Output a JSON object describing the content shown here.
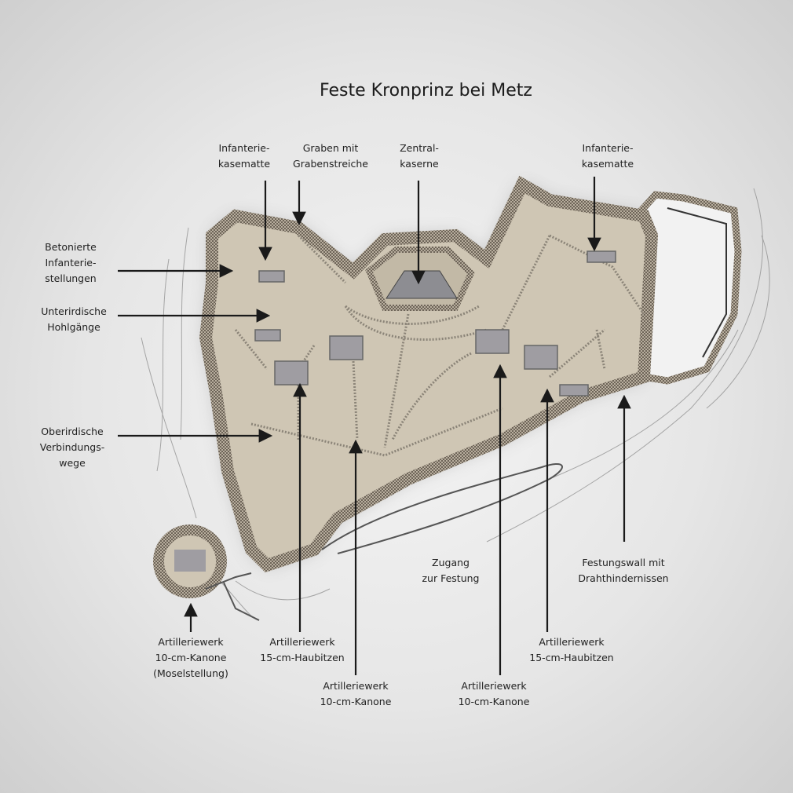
{
  "title": "Feste Kronprinz bei Metz",
  "labels": {
    "infanterie_kasematte_left": [
      "Infanterie-",
      "kasematte"
    ],
    "graben": [
      "Graben mit",
      "Grabenstreiche"
    ],
    "zentralkaserne": [
      "Zentral-",
      "kaserne"
    ],
    "infanterie_kasematte_right": [
      "Infanterie-",
      "kasematte"
    ],
    "betonierte": [
      "Betonierte",
      "Infanterie-",
      "stellungen"
    ],
    "unterirdische": [
      "Unterirdische",
      "Hohlgänge"
    ],
    "oberirdische": [
      "Oberirdische",
      "Verbindungs-",
      "wege"
    ],
    "zugang": [
      "Zugang",
      "zur Festung"
    ],
    "festungswall": [
      "Festungswall mit",
      "Drahthindernissen"
    ],
    "moselstellung": [
      "Artilleriewerk",
      "10-cm-Kanone",
      "(Moselstellung)"
    ],
    "haubitzen_left": [
      "Artilleriewerk",
      "15-cm-Haubitzen"
    ],
    "kanone_center_left": [
      "Artilleriewerk",
      "10-cm-Kanone"
    ],
    "kanone_center_right": [
      "Artilleriewerk",
      "10-cm-Kanone"
    ],
    "haubitzen_right": [
      "Artilleriewerk",
      "15-cm-Haubitzen"
    ]
  },
  "colors": {
    "fort_fill": "#cfc6b4",
    "rampart": "#8a7f70",
    "arrow": "#1a1a1a"
  }
}
